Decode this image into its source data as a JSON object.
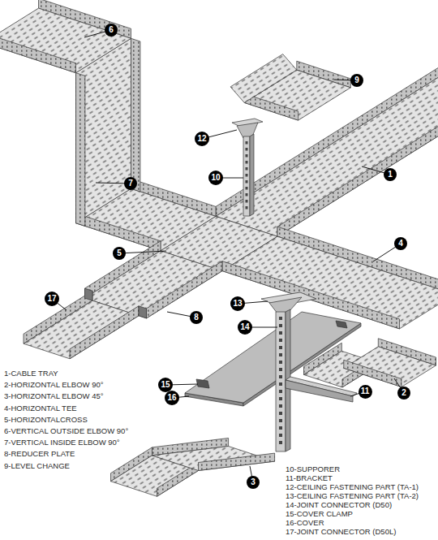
{
  "diagram": {
    "nodes": [
      {
        "text": [
          "6"
        ]
      },
      {
        "text": [
          "9"
        ]
      },
      {
        "text": [
          "12"
        ]
      },
      {
        "text": [
          "1"
        ]
      },
      {
        "text": [
          "10"
        ]
      },
      {
        "text": [
          "7"
        ]
      },
      {
        "text": [
          "4"
        ]
      },
      {
        "text": [
          "5"
        ]
      },
      {
        "text": [
          "17"
        ]
      },
      {
        "text": [
          "13"
        ]
      },
      {
        "text": [
          "8"
        ]
      },
      {
        "text": [
          "14"
        ]
      },
      {
        "text": [
          "15"
        ]
      },
      {
        "text": [
          "11"
        ]
      },
      {
        "text": [
          "2"
        ]
      },
      {
        "text": [
          "16"
        ]
      },
      {
        "text": [
          "3"
        ]
      }
    ],
    "labels": [
      "1-CABLE TRAY",
      "2-HORIZONTAL ELBOW 90°",
      "3-HORIZONTAL ELBOW 45°",
      "4-HORIZONTAL TEE",
      "5-HORIZONTALCROSS",
      "6-VERTICAL OUTSIDE ELBOW 90°",
      "7-VERTICAL INSIDE ELBOW 90°",
      "8-REDUCER PLATE",
      "9-LEVEL CHANGE",
      "10-SUPPORER",
      "11-BRACKET",
      "12-CEILING FASTENING PART (TA-1)",
      "13-CEILING FASTENING PART (TA-2)",
      "14-JOINT CONNECTOR (D50)",
      "15-COVER CLAMP",
      "16-COVER",
      "17-JOINT CONNECTOR (D50L)"
    ]
  }
}
